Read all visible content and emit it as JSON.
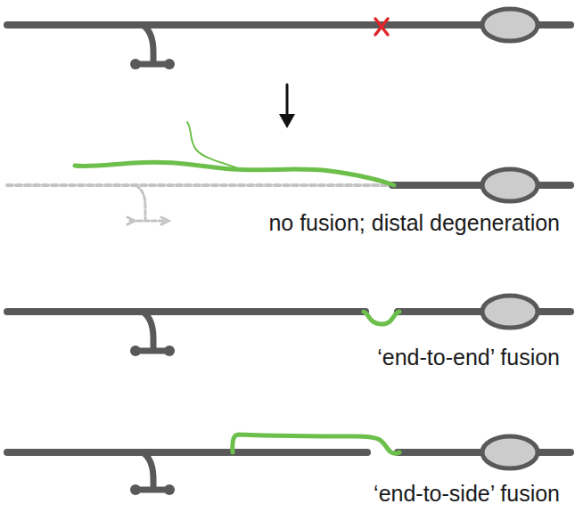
{
  "diagram": {
    "labels": [
      "no fusion; distal degeneration",
      "‘end-to-end’ fusion",
      "‘end-to-side’ fusion"
    ]
  }
}
